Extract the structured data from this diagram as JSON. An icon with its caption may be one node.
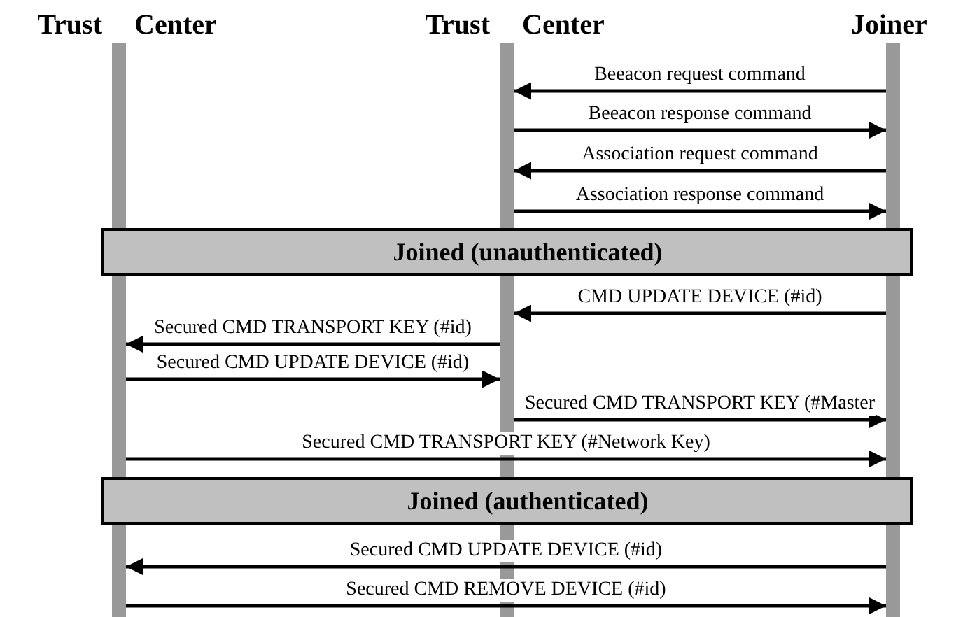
{
  "diagram": {
    "nodes": [
      {
        "text": [
          "Trust",
          "Center"
        ]
      },
      {
        "text": [
          "Trust",
          "Center"
        ]
      },
      {
        "text": [
          "Joiner"
        ]
      },
      {
        "text": [
          "Joined (unauthenticated)"
        ]
      },
      {
        "text": [
          "Joined (authenticated)"
        ]
      }
    ],
    "edges": [
      {
        "from": 2,
        "to": 1,
        "arrow": "to",
        "label": "Beeacon request command"
      },
      {
        "from": 1,
        "to": 2,
        "arrow": "to",
        "label": "Beeacon response command"
      },
      {
        "from": 2,
        "to": 1,
        "arrow": "to",
        "label": "Association request command"
      },
      {
        "from": 1,
        "to": 2,
        "arrow": "to",
        "label": "Association response command"
      },
      {
        "from": 2,
        "to": 1,
        "arrow": "to",
        "label": "CMD UPDATE DEVICE (#id)"
      },
      {
        "from": 1,
        "to": 0,
        "arrow": "to",
        "label": "Secured CMD TRANSPORT KEY (#id)"
      },
      {
        "from": 0,
        "to": 1,
        "arrow": "to",
        "label": "Secured CMD UPDATE DEVICE (#id)"
      },
      {
        "from": 1,
        "to": 2,
        "arrow": "to",
        "label": "Secured CMD TRANSPORT KEY (#Master"
      },
      {
        "from": 0,
        "to": 2,
        "arrow": "to",
        "label": "Secured CMD TRANSPORT KEY (#Network Key)"
      },
      {
        "from": 2,
        "to": 0,
        "arrow": "to",
        "label": "Secured CMD UPDATE DEVICE (#id)"
      },
      {
        "from": 0,
        "to": 2,
        "arrow": "to",
        "label": "Secured CMD REMOVE DEVICE (#id)"
      }
    ]
  }
}
